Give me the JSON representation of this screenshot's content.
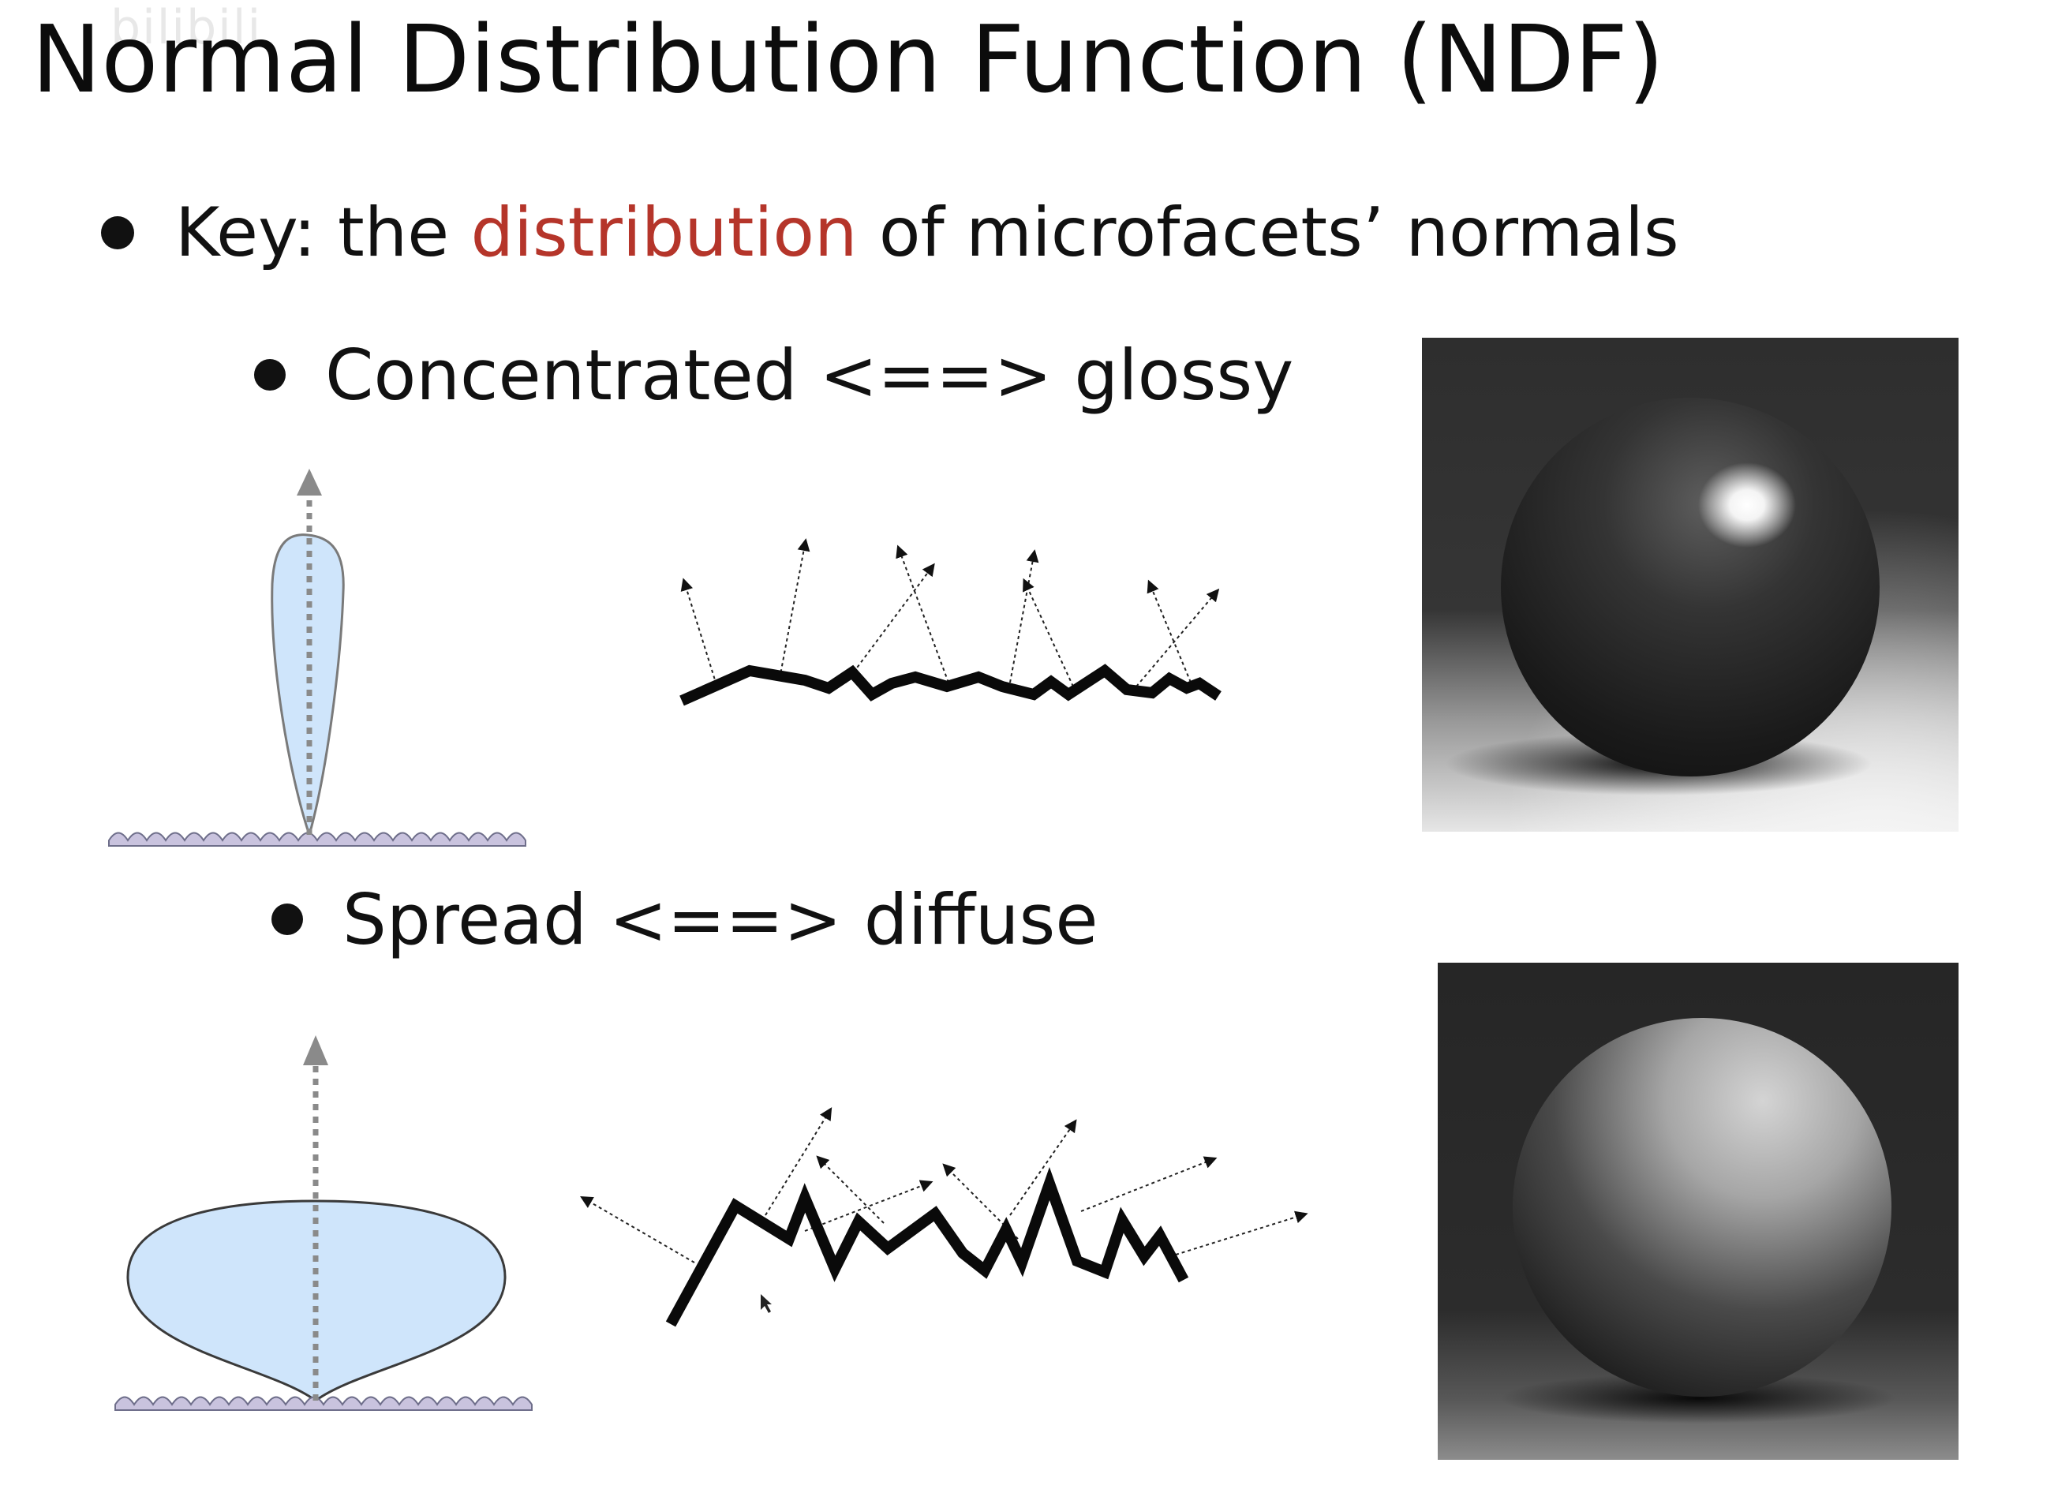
{
  "watermark": "bilibili",
  "slide": {
    "title": "Normal Distribution Function (NDF)",
    "bullets": {
      "key": {
        "prefix": "Key: the ",
        "highlight": "distribution",
        "suffix": " of microfacets’ normals",
        "highlight_color": "#b5352a"
      },
      "concentrated": "Concentrated <==> glossy",
      "spread": "Spread <==> diffuse"
    }
  },
  "icons": [
    "lobe-narrow-icon",
    "lobe-wide-icon",
    "smooth-microsurface-icon",
    "rough-microsurface-icon",
    "glossy-sphere-render",
    "diffuse-sphere-render",
    "mouse-cursor-icon"
  ],
  "colors": {
    "lobe_fill": "#cfe5fb",
    "lobe_stroke": "#7a7a7a",
    "normal_arrow": "#8a8a8a",
    "surface_bumps": "#c9c3de"
  }
}
